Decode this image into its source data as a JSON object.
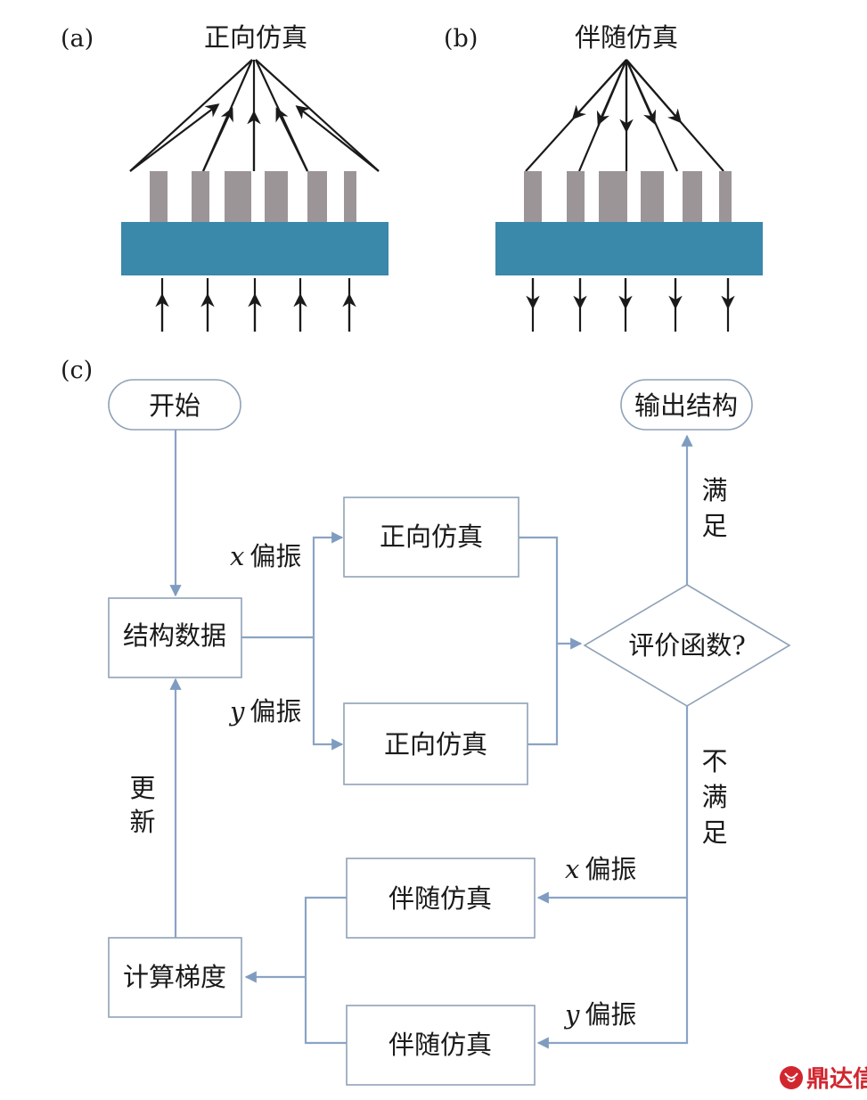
{
  "panel_a": {
    "tag": "(a)",
    "title": "正向仿真"
  },
  "panel_b": {
    "tag": "(b)",
    "title": "伴随仿真"
  },
  "panel_c": {
    "tag": "(c)",
    "nodes": {
      "start": "开始",
      "output": "输出结构",
      "structure_data": "结构数据",
      "forward_x": "正向仿真",
      "forward_y": "正向仿真",
      "evaluate": "评价函数?",
      "adjoint_x": "伴随仿真",
      "adjoint_y": "伴随仿真",
      "gradient": "计算梯度"
    },
    "labels": {
      "x_pol_var": "x",
      "y_pol_var": "y",
      "pol_text": "偏振",
      "satisfied": [
        "满",
        "足"
      ],
      "not_satisfied": [
        "不",
        "满",
        "足"
      ],
      "update": [
        "更",
        "新"
      ]
    }
  },
  "watermark": "鼎达信",
  "colors": {
    "pillar": "#9c9598",
    "substrate": "#3a88aa",
    "flow_line": "#8aa4c4",
    "box_border": "#8fa2b8",
    "watermark": "#d2262f"
  }
}
